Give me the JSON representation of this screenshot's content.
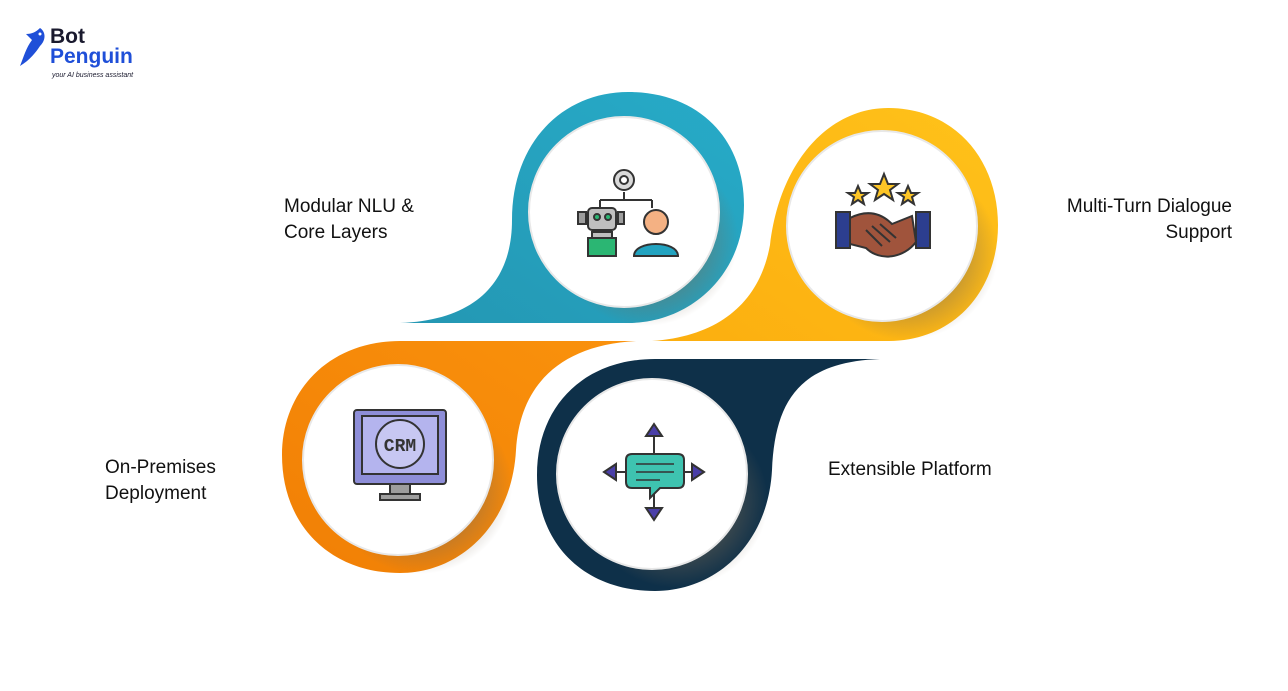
{
  "brand": {
    "name_line1": "Bot",
    "name_line2": "Penguin",
    "tagline": "your AI business assistant"
  },
  "features": [
    {
      "id": "modular-nlu",
      "lines": [
        "Modular NLU &",
        "Core Layers"
      ],
      "icon": "robot-human-gear-icon",
      "color": "#22a3c0"
    },
    {
      "id": "multi-turn",
      "lines": [
        "Multi-Turn Dialogue",
        "Support"
      ],
      "icon": "handshake-stars-icon",
      "color": "#fdb813"
    },
    {
      "id": "on-premises",
      "lines": [
        "On-Premises",
        "Deployment"
      ],
      "icon": "crm-monitor-icon",
      "color": "#f98c09"
    },
    {
      "id": "extensible",
      "lines": [
        "Extensible Platform"
      ],
      "icon": "chat-arrows-icon",
      "color": "#0e3049"
    }
  ],
  "icon_text": {
    "crm": "CRM"
  },
  "colors": {
    "brand_blue": "#1f4fd8",
    "text": "#111111"
  }
}
